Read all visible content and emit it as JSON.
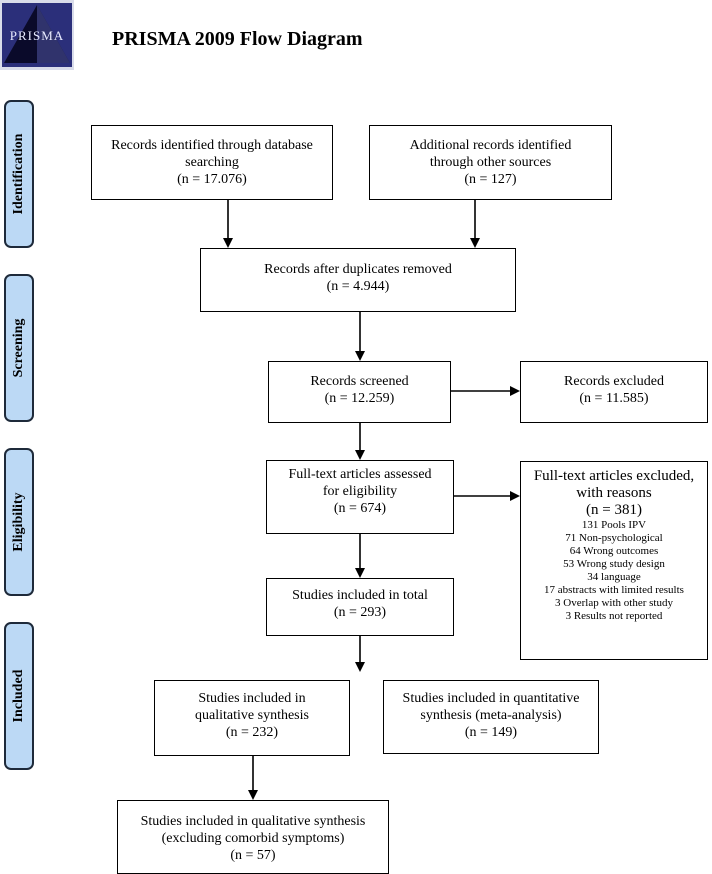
{
  "header": {
    "logo_text": "PRISMA",
    "title": "PRISMA 2009 Flow Diagram"
  },
  "phases": {
    "identification": "Identification",
    "screening": "Screening",
    "eligibility": "Eligibility",
    "included": "Included"
  },
  "boxes": {
    "database": {
      "line1": "Records identified through database",
      "line2": "searching",
      "n": "(n = 17.076)"
    },
    "other": {
      "line1": "Additional records identified",
      "line2": "through other sources",
      "n": "(n = 127)"
    },
    "dedup": {
      "line1": "Records after duplicates removed",
      "n": "(n = 4.944)"
    },
    "screened": {
      "line1": "Records screened",
      "n": "(n = 12.259)"
    },
    "excluded": {
      "line1": "Records excluded",
      "n": "(n = 11.585)"
    },
    "fulltext": {
      "line1": "Full-text articles assessed",
      "line2": "for eligibility",
      "n": "(n = 674)"
    },
    "fulltext_excluded": {
      "line1": "Full-text articles excluded,",
      "line2": "with reasons",
      "n": "(n =   381)",
      "reasons": [
        "131 Pools IPV",
        "71 Non-psychological",
        "64 Wrong outcomes",
        "53 Wrong study design",
        "34 language",
        "17 abstracts with limited results",
        "3 Overlap with other study",
        "3 Results not reported"
      ]
    },
    "total": {
      "line1": "Studies included in total",
      "n": "(n = 293)"
    },
    "qualitative": {
      "line1": "Studies included in",
      "line2": "qualitative synthesis",
      "n": "(n = 232)"
    },
    "quantitative": {
      "line1": "Studies included in quantitative",
      "line2": "synthesis (meta-analysis)",
      "n": "(n = 149)"
    },
    "qualitative_excl": {
      "line1": "Studies included in qualitative synthesis",
      "line2": "(excluding comorbid symptoms)",
      "n": "(n = 57)"
    }
  }
}
